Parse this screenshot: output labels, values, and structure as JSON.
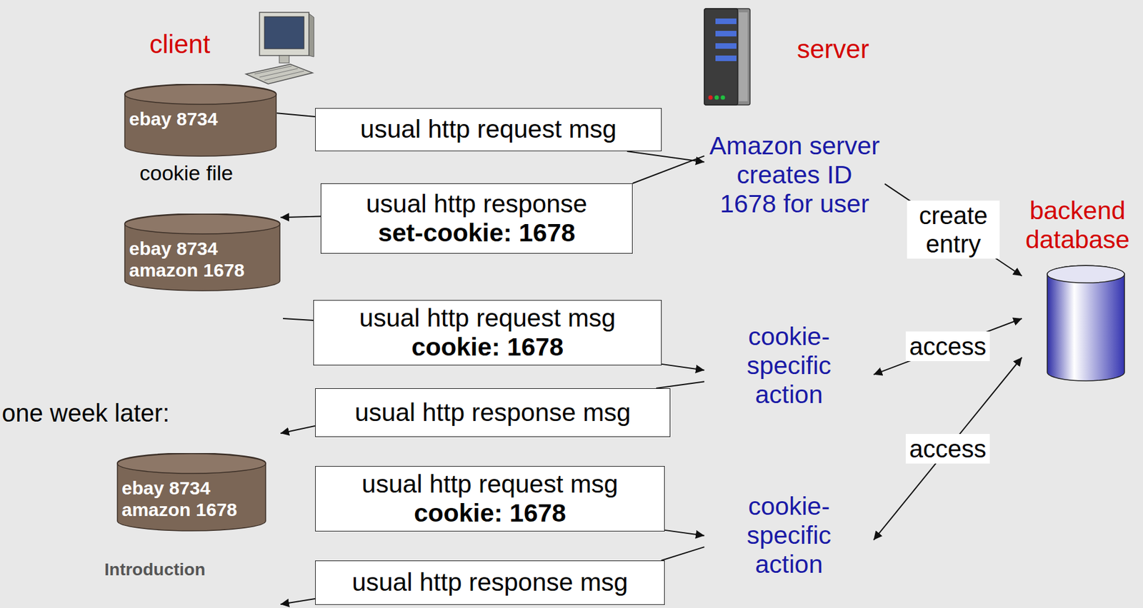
{
  "diagram": {
    "nodes": [
      {
        "text": [
          "ebay 8734"
        ]
      },
      {
        "text": [
          "usual http request msg"
        ]
      },
      {
        "text": [
          "Amazon server creates ID 1678 for user"
        ]
      },
      {
        "text": [
          "usual http response",
          "set-cookie: 1678"
        ]
      },
      {
        "text": [
          "ebay 8734",
          "amazon 1678"
        ]
      },
      {
        "text": [
          "usual http request msg",
          "cookie: 1678"
        ]
      },
      {
        "text": [
          "cookie- specific action"
        ]
      },
      {
        "text": [
          "usual http response msg"
        ]
      },
      {
        "text": [
          "ebay 8734",
          "amazon 1678"
        ]
      },
      {
        "text": [
          "usual http request msg",
          "cookie: 1678"
        ]
      },
      {
        "text": [
          "cookie- specific action"
        ]
      },
      {
        "text": [
          "usual http response msg"
        ]
      },
      {
        "text": [
          "backend database"
        ]
      }
    ],
    "edges": [
      {
        "from": 0,
        "to": 1,
        "arrow": "none"
      },
      {
        "from": 1,
        "to": 2,
        "arrow": "to"
      },
      {
        "from": 2,
        "to": 3,
        "arrow": "none"
      },
      {
        "from": 3,
        "to": 4,
        "arrow": "to"
      },
      {
        "from": 2,
        "to": 12,
        "label": "create entry",
        "arrow": "to"
      },
      {
        "from": 5,
        "to": 6,
        "arrow": "to"
      },
      {
        "from": 6,
        "to": 7,
        "arrow": "none"
      },
      {
        "from": 6,
        "to": 12,
        "label": "access",
        "arrow": "both"
      },
      {
        "from": 9,
        "to": 10,
        "arrow": "to"
      },
      {
        "from": 10,
        "to": 11,
        "arrow": "none"
      },
      {
        "from": 10,
        "to": 12,
        "label": "access",
        "arrow": "both"
      }
    ],
    "labels": [
      "client",
      "server",
      "cookie file",
      "one week later:",
      "Introduction"
    ]
  }
}
